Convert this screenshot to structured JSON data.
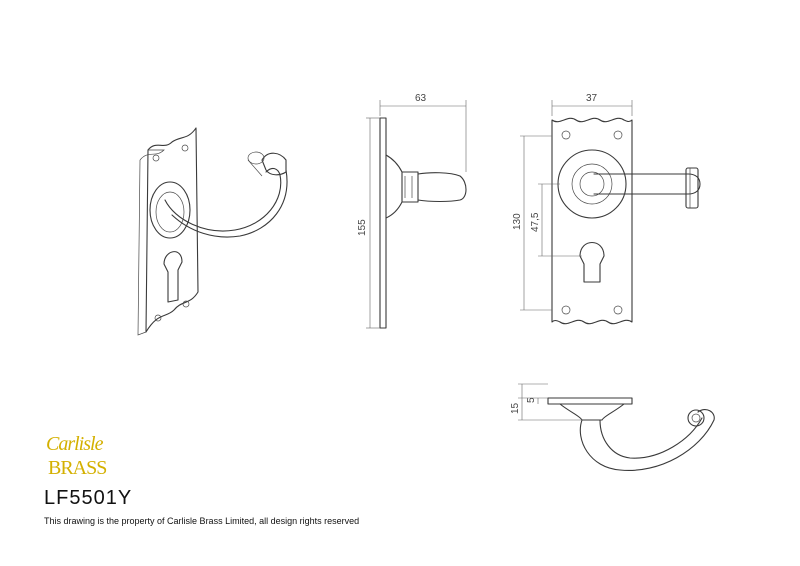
{
  "brand": {
    "line1": "Carlisle",
    "line2": "BRASS",
    "color": "#d4b000"
  },
  "product": {
    "code": "LF5501Y"
  },
  "footer": {
    "note": "This drawing is the property of Carlisle Brass Limited, all design rights reserved"
  },
  "dimensions": {
    "side_depth": "63",
    "side_height": "155",
    "front_width": "37",
    "front_height": "130",
    "front_centre": "47,5",
    "top_total": "15",
    "top_plate": "5"
  }
}
